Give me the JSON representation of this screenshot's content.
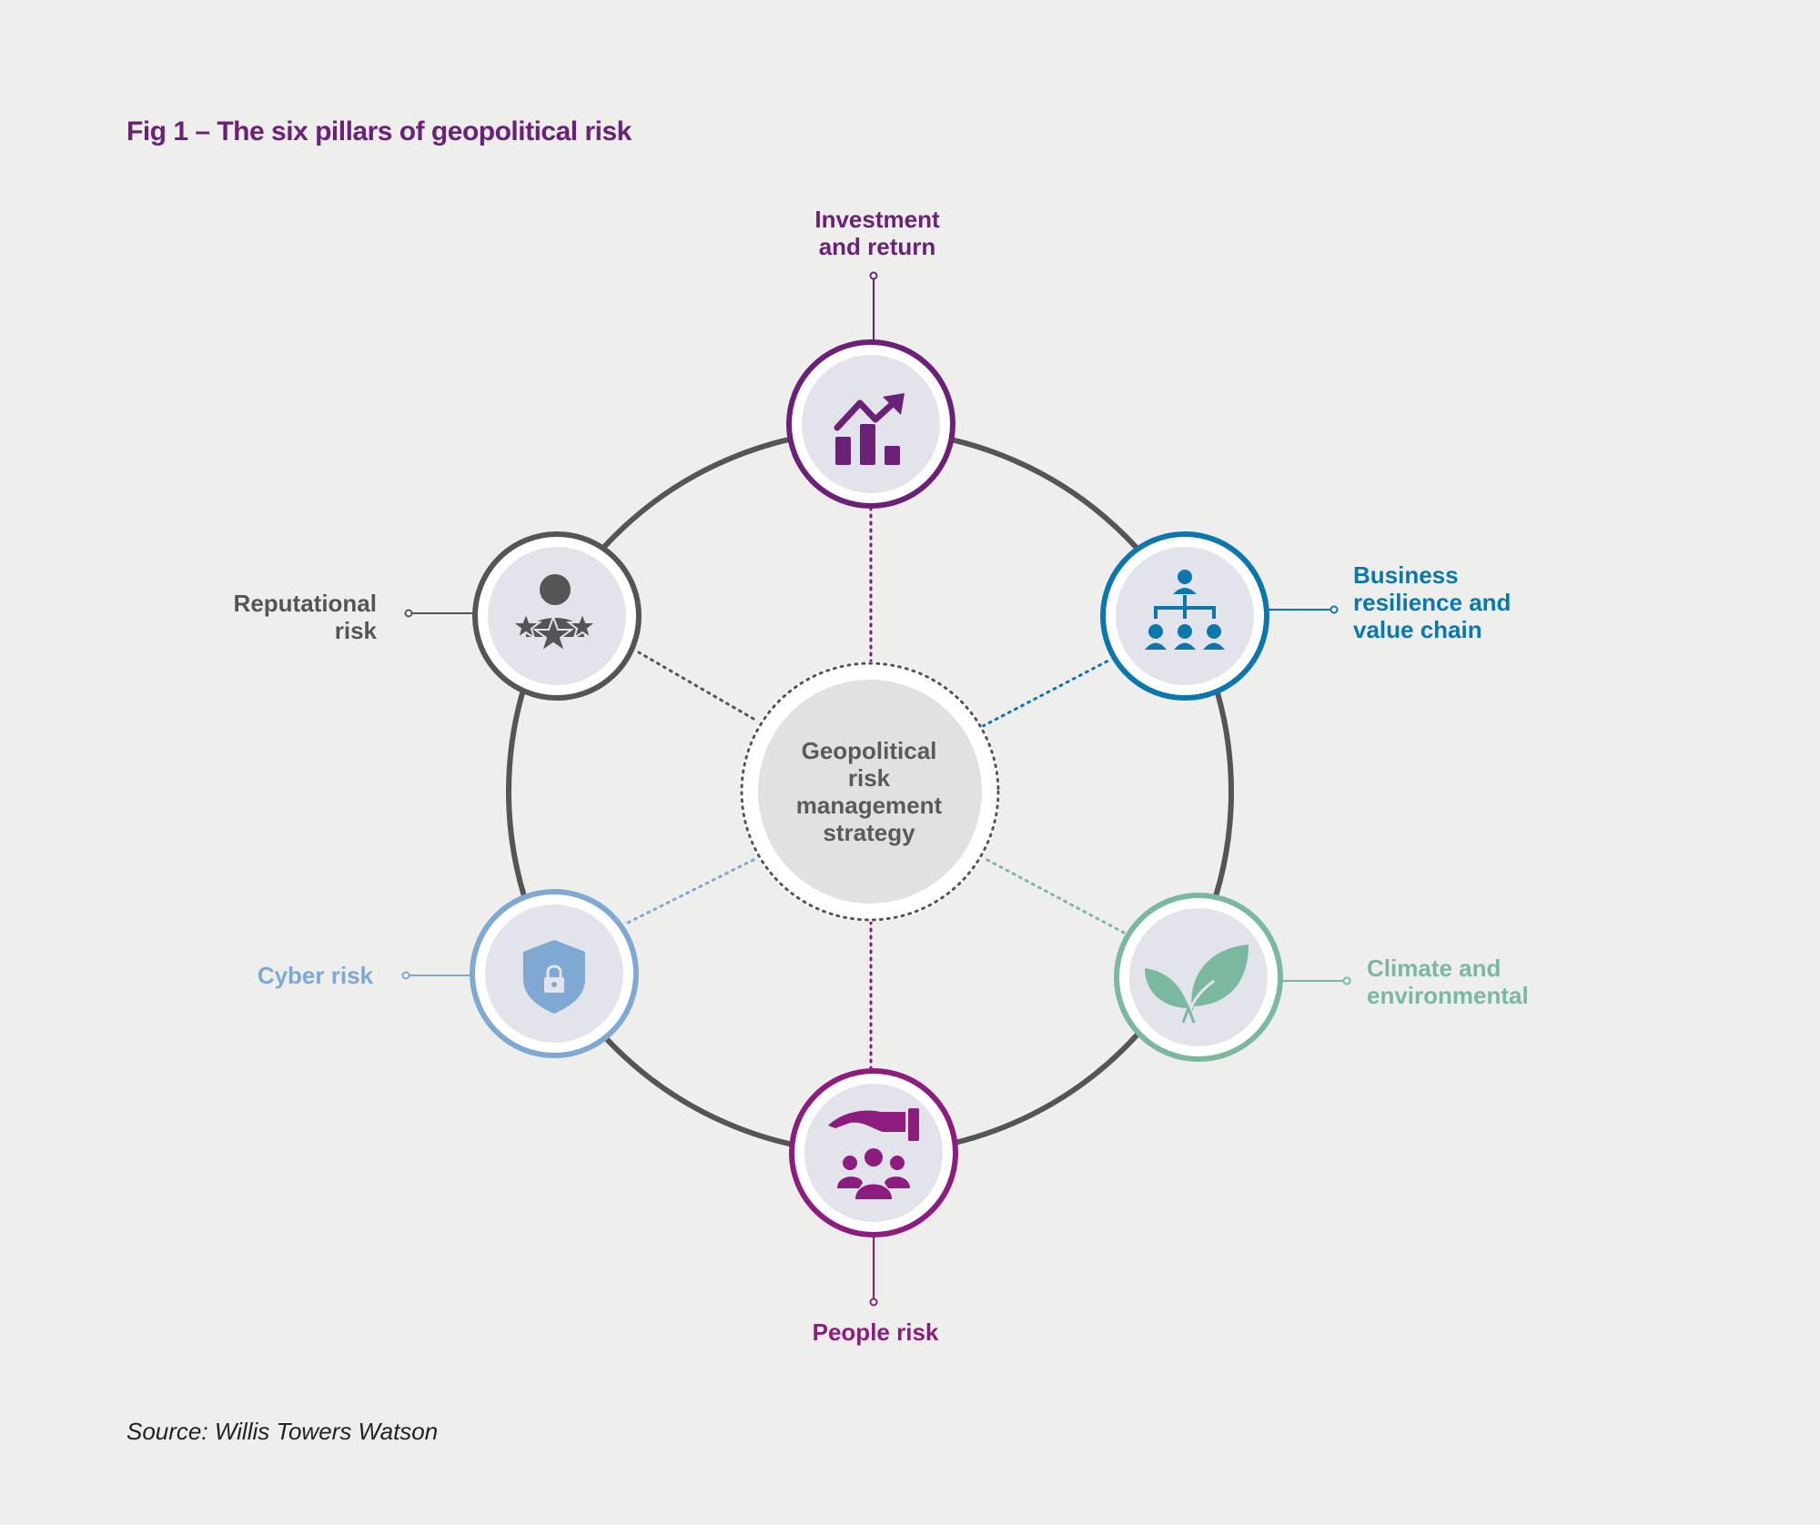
{
  "title": "Fig 1 – The six pillars of geopolitical risk",
  "source": "Source: Willis Towers Watson",
  "center": {
    "lines": [
      "Geopolitical",
      "risk",
      "management",
      "strategy"
    ]
  },
  "pillars": [
    {
      "id": "investment",
      "lines": [
        "Investment",
        "and return"
      ],
      "color": "#6b2177",
      "icon": "growth-chart-icon"
    },
    {
      "id": "business",
      "lines": [
        "Business",
        "resilience and",
        "value chain"
      ],
      "color": "#0c77ad",
      "icon": "org-chart-icon"
    },
    {
      "id": "climate",
      "lines": [
        "Climate and",
        "environmental"
      ],
      "color": "#7ab8a0",
      "icon": "leaf-icon"
    },
    {
      "id": "people",
      "lines": [
        "People risk"
      ],
      "color": "#8c1c7e",
      "icon": "hand-over-people-icon"
    },
    {
      "id": "cyber",
      "lines": [
        "Cyber risk"
      ],
      "color": "#7fa9d2",
      "icon": "shield-lock-icon"
    },
    {
      "id": "reputational",
      "lines": [
        "Reputational",
        "risk"
      ],
      "color": "#555555",
      "icon": "person-stars-icon"
    }
  ],
  "colors": {
    "background": "#eeeeec",
    "ring": "#555555",
    "node_fill": "#e3e3eb",
    "center_fill": "#e1e1e1"
  }
}
